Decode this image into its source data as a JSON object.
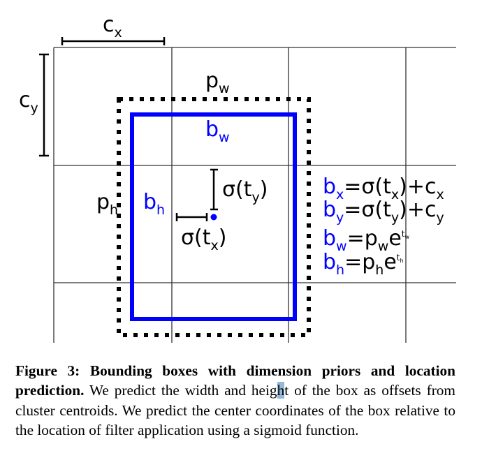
{
  "figure": {
    "labels": {
      "cx": "c",
      "cx_sub": "x",
      "cy": "c",
      "cy_sub": "y",
      "pw": "p",
      "pw_sub": "w",
      "ph": "p",
      "ph_sub": "h",
      "bw": "b",
      "bw_sub": "w",
      "bh": "b",
      "bh_sub": "h",
      "sigma_ty": "σ(t",
      "sigma_ty_sub": "y",
      "sigma_ty_close": ")",
      "sigma_tx": "σ(t",
      "sigma_tx_sub": "x",
      "sigma_tx_close": ")"
    },
    "equations": [
      {
        "lhs": "b",
        "lhs_sub": "x",
        "rhs_a": "=σ(t",
        "rhs_sub1": "x",
        "rhs_b": ")+c",
        "rhs_sub2": "x"
      },
      {
        "lhs": "b",
        "lhs_sub": "y",
        "rhs_a": "=σ(t",
        "rhs_sub1": "y",
        "rhs_b": ")+c",
        "rhs_sub2": "y"
      },
      {
        "lhs": "b",
        "lhs_sub": "w",
        "rhs_a": "=p",
        "rhs_sub1": "w",
        "rhs_b": "e",
        "rhs_sup": "t",
        "rhs_sup_sub": "w"
      },
      {
        "lhs": "b",
        "lhs_sub": "h",
        "rhs_a": "=p",
        "rhs_sub1": "h",
        "rhs_b": "e",
        "rhs_sup": "t",
        "rhs_sup_sub": "h"
      }
    ],
    "colors": {
      "prediction": "#0000ff",
      "prior": "#000000",
      "grid": "#333333"
    }
  },
  "caption": {
    "label": "Figure 3:",
    "title": "Bounding boxes with dimension priors and location prediction.",
    "body_pre": "We predict the width and heig",
    "body_selected": "h",
    "body_post": "t of the box as offsets from cluster centroids. We predict the center coordinates of the box relative to the location of filter application using a sigmoid function."
  }
}
